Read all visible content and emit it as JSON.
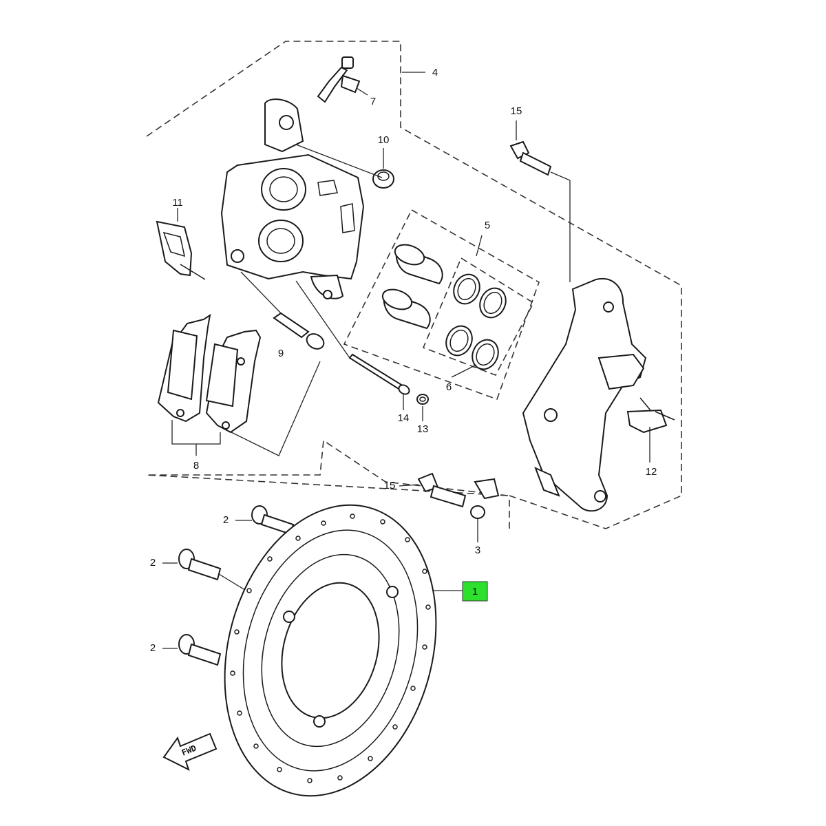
{
  "diagram": {
    "callouts": {
      "c1": "1",
      "c2a": "2",
      "c2b": "2",
      "c2c": "2",
      "c3": "3",
      "c4": "4",
      "c5": "5",
      "c6": "6",
      "c7": "7",
      "c8": "8",
      "c9": "9",
      "c10": "10",
      "c11": "11",
      "c12": "12",
      "c13": "13",
      "c14": "14",
      "c15a": "15",
      "c15b": "15"
    },
    "fwd_label": "FWD",
    "highlight_color": "#2ee02e",
    "line_color": "#1a1a1a",
    "background": "#ffffff"
  }
}
